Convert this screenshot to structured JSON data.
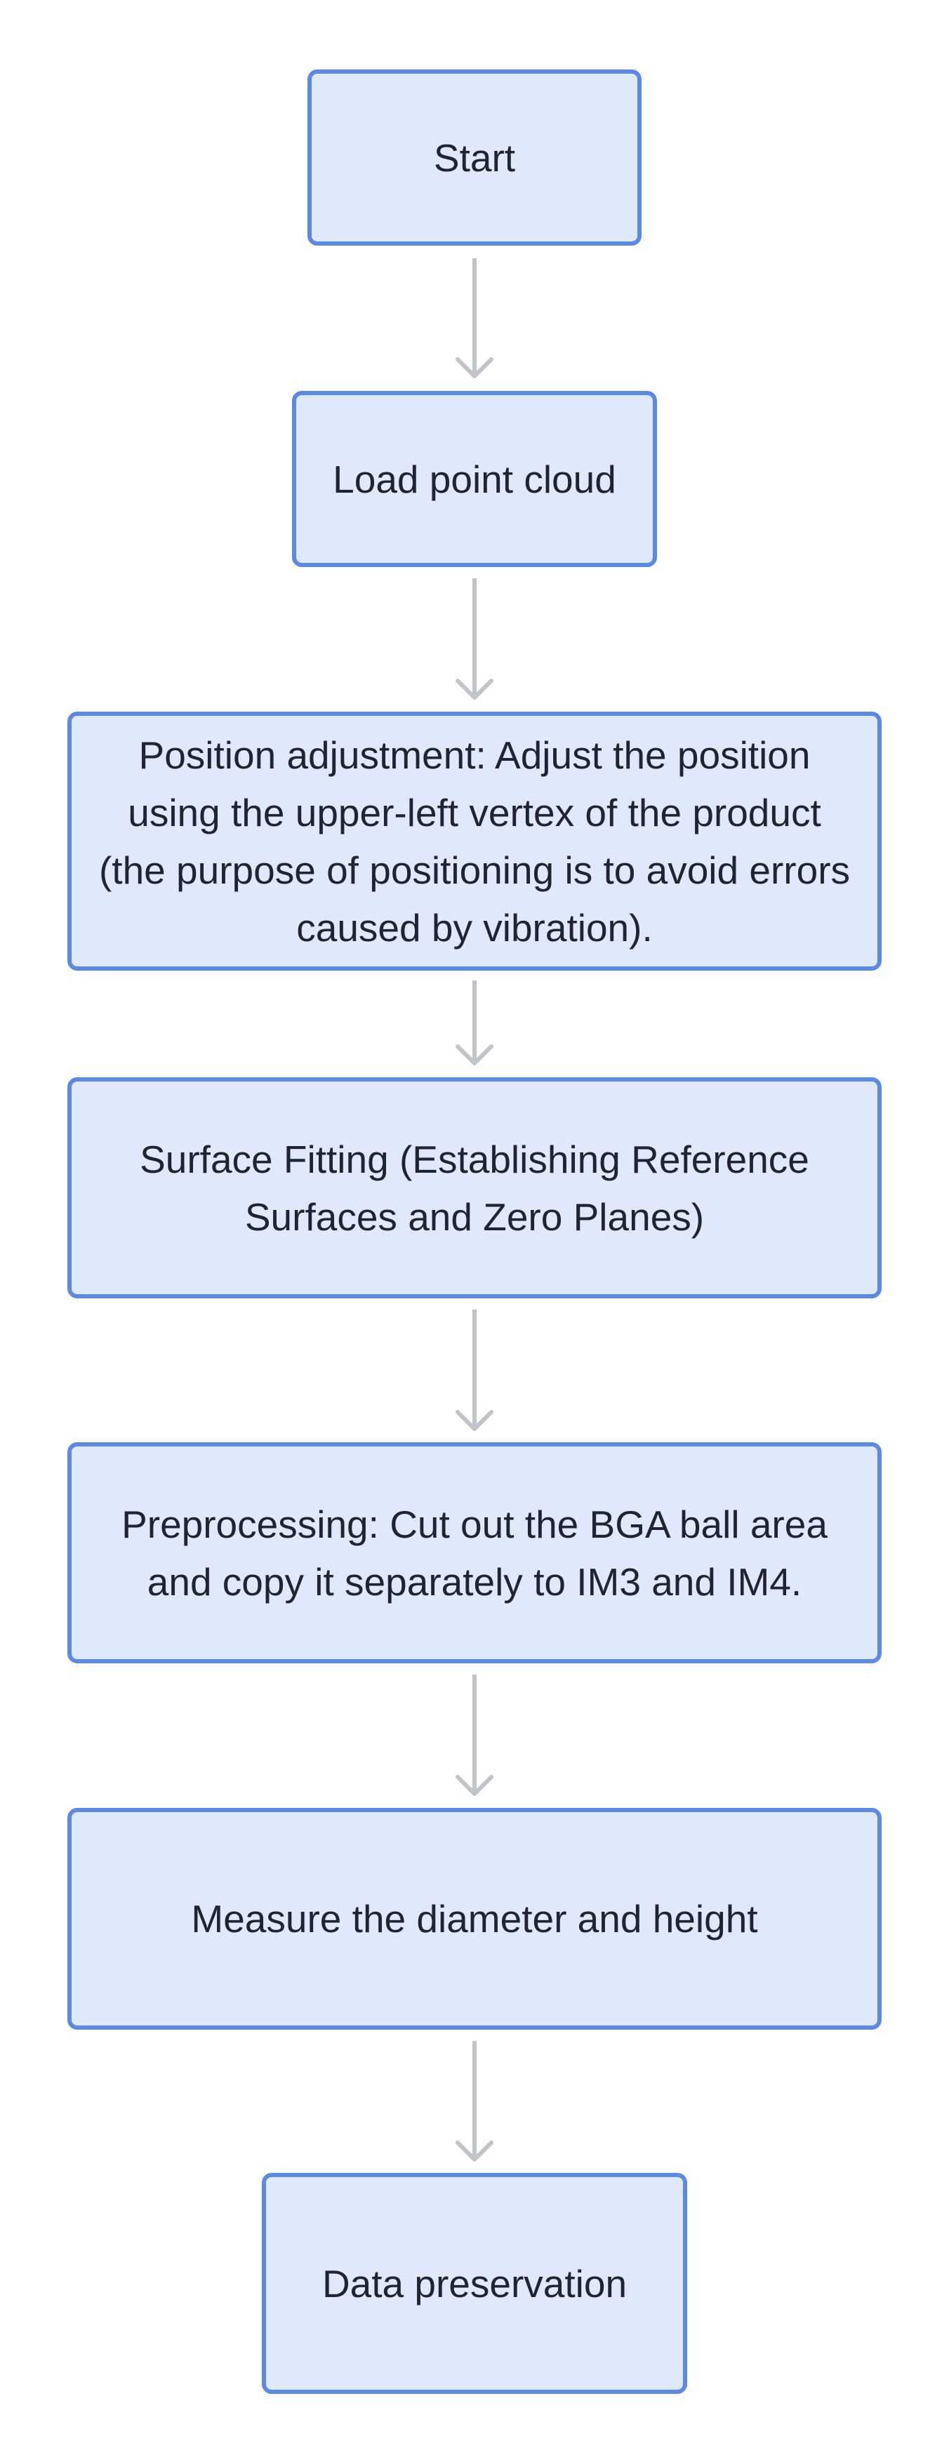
{
  "flowchart": {
    "nodes": [
      {
        "id": "start",
        "label": "Start"
      },
      {
        "id": "load",
        "label": "Load point cloud"
      },
      {
        "id": "position",
        "label": "Position adjustment: Adjust the position using the upper-left vertex of the product (the purpose of positioning is to avoid errors caused by vibration)."
      },
      {
        "id": "surface",
        "label": "Surface Fitting (Establishing Reference Surfaces and Zero Planes)"
      },
      {
        "id": "preprocess",
        "label": "Preprocessing: Cut out the BGA ball area and copy it separately to IM3 and IM4."
      },
      {
        "id": "measure",
        "label": "Measure the diameter and height"
      },
      {
        "id": "save",
        "label": "Data preservation"
      }
    ],
    "edges": [
      {
        "from": "start",
        "to": "load"
      },
      {
        "from": "load",
        "to": "position"
      },
      {
        "from": "position",
        "to": "surface"
      },
      {
        "from": "surface",
        "to": "preprocess"
      },
      {
        "from": "preprocess",
        "to": "measure"
      },
      {
        "from": "measure",
        "to": "save"
      }
    ],
    "colors": {
      "node_fill": "#e0e8fc",
      "node_border": "#5b8ae6",
      "edge": "#c0c4cb",
      "text": "#1f2430"
    }
  }
}
